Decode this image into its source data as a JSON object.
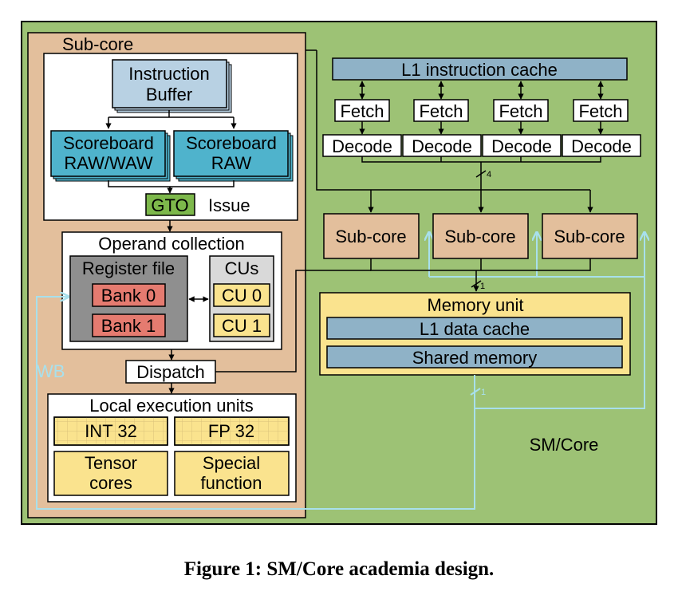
{
  "colors": {
    "sm_bg": "#9dc275",
    "subcore_bg": "#e3bf9c",
    "instr_buffer": "#b8d1e3",
    "scoreboard": "#4fb3cc",
    "gto": "#7db84b",
    "register_file": "#8f8f8f",
    "bank": "#e57b70",
    "cu": "#fae38e",
    "cache": "#8fb2c7",
    "memory_unit": "#fae38e",
    "exec_unit": "#fae38e",
    "wb_line": "#a8e0ec"
  },
  "diagram": {
    "subcore_main_label": "Sub-core",
    "sm_label": "SM/Core",
    "instruction_buffer": [
      "Instruction",
      "Buffer"
    ],
    "scoreboard_left": [
      "Scoreboard",
      "RAW/WAW"
    ],
    "scoreboard_right": [
      "Scoreboard",
      "RAW"
    ],
    "gto": "GTO",
    "issue": "Issue",
    "operand_collection": "Operand collection",
    "register_file": "Register file",
    "bank0": "Bank 0",
    "bank1": "Bank 1",
    "cus": "CUs",
    "cu0": "CU 0",
    "cu1": "CU 1",
    "dispatch": "Dispatch",
    "wb": "WB",
    "local_exec": "Local execution units",
    "int32": "INT 32",
    "fp32": "FP 32",
    "tensor": [
      "Tensor",
      "cores"
    ],
    "special": [
      "Special",
      "function"
    ],
    "l1_icache": "L1 instruction cache",
    "fetch": [
      "Fetch",
      "Fetch",
      "Fetch",
      "Fetch"
    ],
    "decode": [
      "Decode",
      "Decode",
      "Decode",
      "Decode"
    ],
    "bus4": "4",
    "subcores": [
      "Sub-core",
      "Sub-core",
      "Sub-core"
    ],
    "bus1a": "1",
    "memory_unit": "Memory unit",
    "l1_dcache": "L1 data cache",
    "shared_memory": "Shared memory",
    "bus1b": "1"
  },
  "caption": "Figure 1: SM/Core academia design."
}
